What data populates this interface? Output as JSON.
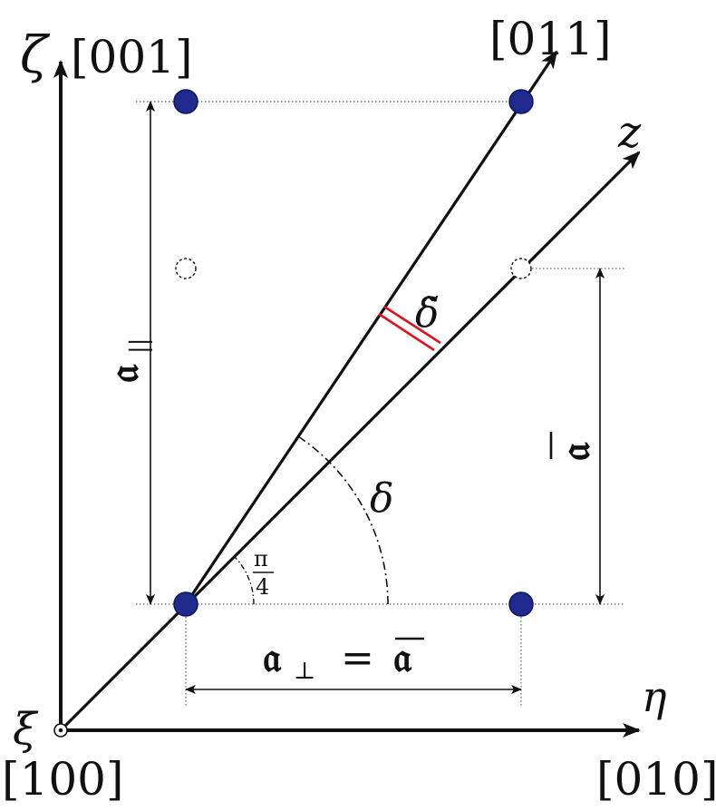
{
  "labels": {
    "zeta": "ζ",
    "zeta_dir": "[001]",
    "dir_011": "[011]",
    "z_axis": "z",
    "xi": "ξ",
    "dir_100": "[100]",
    "eta": "η",
    "dir_010": "[010]",
    "delta_tilde": "δ̃",
    "delta": "δ",
    "pi": "π",
    "four": "4",
    "a_par": "𝔞",
    "a_par_sub": "||",
    "a_bar_vert": "𝔞",
    "a_perp": "𝔞",
    "perp_sub": "⊥",
    "equals": "=",
    "a_bar_horiz": "𝔞"
  },
  "colors": {
    "lattice_point": "#1f2a8c",
    "lattice_point_outline": "#0d1660",
    "red_marker": "#e0121b",
    "line": "#111111"
  }
}
